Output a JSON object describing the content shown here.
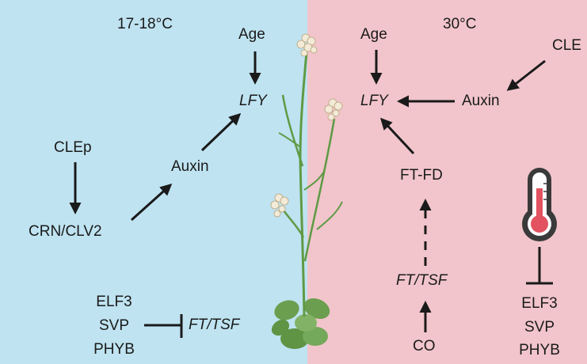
{
  "colors": {
    "left_bg": "#bfe3f1",
    "right_bg": "#f1c5cb",
    "arrow": "#1a1a1a",
    "plant_stem": "#5f9a45",
    "plant_leaf": "#6b9e4e",
    "flower": "#f3ead8",
    "thermometer_red": "#e2525f",
    "thermometer_body": "#3a3a3a"
  },
  "left": {
    "temperature": "17-18°C",
    "age": "Age",
    "lfy": "LFY",
    "clep": "CLEp",
    "auxin": "Auxin",
    "crn_clv2": "CRN/CLV2",
    "repressors": [
      "ELF3",
      "SVP",
      "PHYB"
    ],
    "ft_tsf": "FT/TSF"
  },
  "right": {
    "temperature": "30°C",
    "age": "Age",
    "lfy": "LFY",
    "cle": "CLE",
    "auxin": "Auxin",
    "ft_fd": "FT-FD",
    "ft_tsf": "FT/TSF",
    "co": "CO",
    "repressors": [
      "ELF3",
      "SVP",
      "PHYB"
    ]
  },
  "icons": {
    "plant": "arabidopsis-plant-icon",
    "thermometer": "thermometer-icon"
  }
}
